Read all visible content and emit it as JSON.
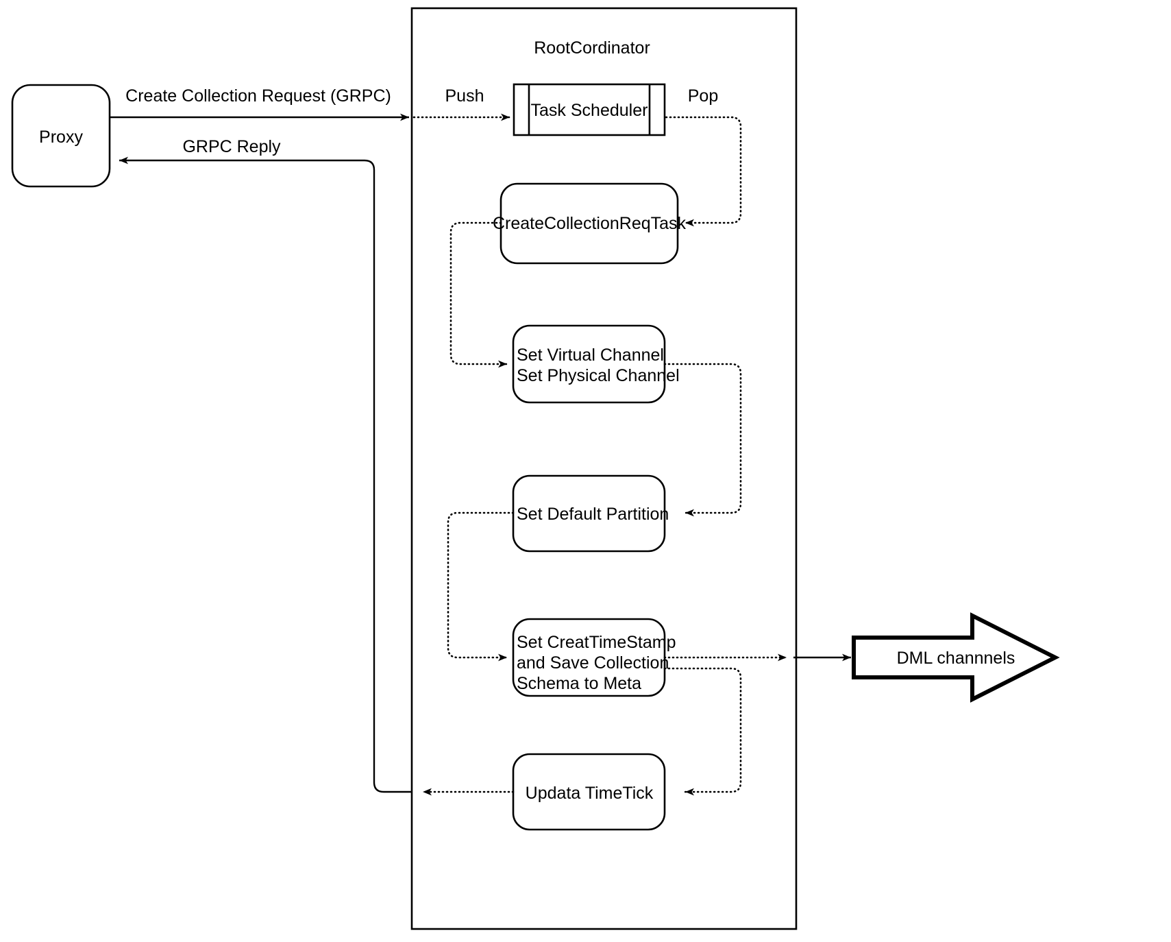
{
  "diagram": {
    "title_container": "RootCordinator",
    "colors": {
      "stroke": "#000000",
      "fill": "#ffffff"
    },
    "external_nodes": [
      {
        "id": "proxy",
        "label": "Proxy",
        "shape": "rounded-rect"
      },
      {
        "id": "dml-channels",
        "label": "DML channnels",
        "shape": "block-arrow-right"
      }
    ],
    "internal_nodes": [
      {
        "id": "task-scheduler",
        "label": "Task Scheduler",
        "shape": "process-bars"
      },
      {
        "id": "create-collection-req-task",
        "label": "CreateCollectionReqTask",
        "shape": "rounded-rect"
      },
      {
        "id": "set-channels",
        "label_line_1": "Set Virtual Channel",
        "label_line_2": "Set Physical Channel",
        "shape": "rounded-rect"
      },
      {
        "id": "set-default-partition",
        "label": "Set Default Partition",
        "shape": "rounded-rect"
      },
      {
        "id": "set-timestamp-save-meta",
        "label_line_1": "Set CreatTimeStamp",
        "label_line_2": "and Save Collection",
        "label_line_3": "Schema to Meta",
        "shape": "rounded-rect"
      },
      {
        "id": "update-timetick",
        "label": "Updata TimeTick",
        "shape": "rounded-rect"
      }
    ],
    "edge_labels": {
      "create_collection_request": "Create Collection Request (GRPC)",
      "grpc_reply": "GRPC Reply",
      "push": "Push",
      "pop": "Pop"
    }
  }
}
